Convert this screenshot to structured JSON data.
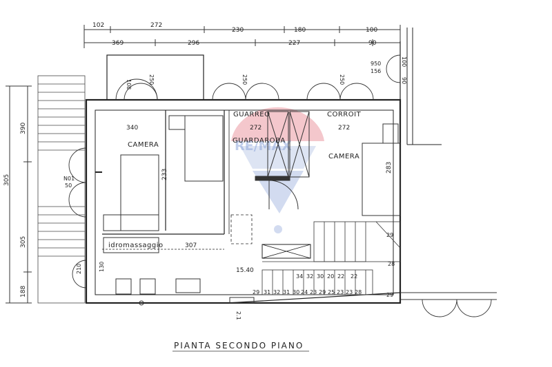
{
  "title": "PIANTA SECONDO PIANO",
  "watermark": "RE/MAX",
  "rooms": {
    "camera_left": "CAMERA",
    "camera_right": "CAMERA",
    "guardaroba": "GUARDAROBA",
    "guarreo": "GUARREO",
    "corroit": "CORROIT",
    "idromassaggio": "idromassaggio"
  },
  "dimensions": {
    "top_row1": [
      "102",
      "272",
      "230",
      "180",
      "100"
    ],
    "top_row2": [
      "369",
      "296",
      "227",
      "90"
    ],
    "d_340": "340",
    "d_272a": "272",
    "d_272b": "272",
    "d_233": "233",
    "d_283": "283",
    "d_307": "307",
    "d_1540": "15.40",
    "d_950": "950",
    "d_156": "156",
    "d_130": "130",
    "d_29a": "29",
    "d_29b": "29",
    "d_28": "28",
    "left_390": "390",
    "left_305a": "305",
    "left_305b": "305",
    "left_188": "188",
    "win_a": "108",
    "win_b": "250",
    "win_c": "250",
    "win_d": "250",
    "win_e": "100",
    "win_f": "90",
    "win_g": "50",
    "win_h": "N01",
    "win_i": "210",
    "bottom_small": "2.1"
  },
  "stairs": {
    "upper": [
      "34",
      "32",
      "30",
      "20",
      "22",
      "22"
    ],
    "lower": [
      "29",
      "31",
      "32",
      "31",
      "30",
      "24",
      "23",
      "29",
      "25",
      "23",
      "23",
      "28"
    ]
  }
}
